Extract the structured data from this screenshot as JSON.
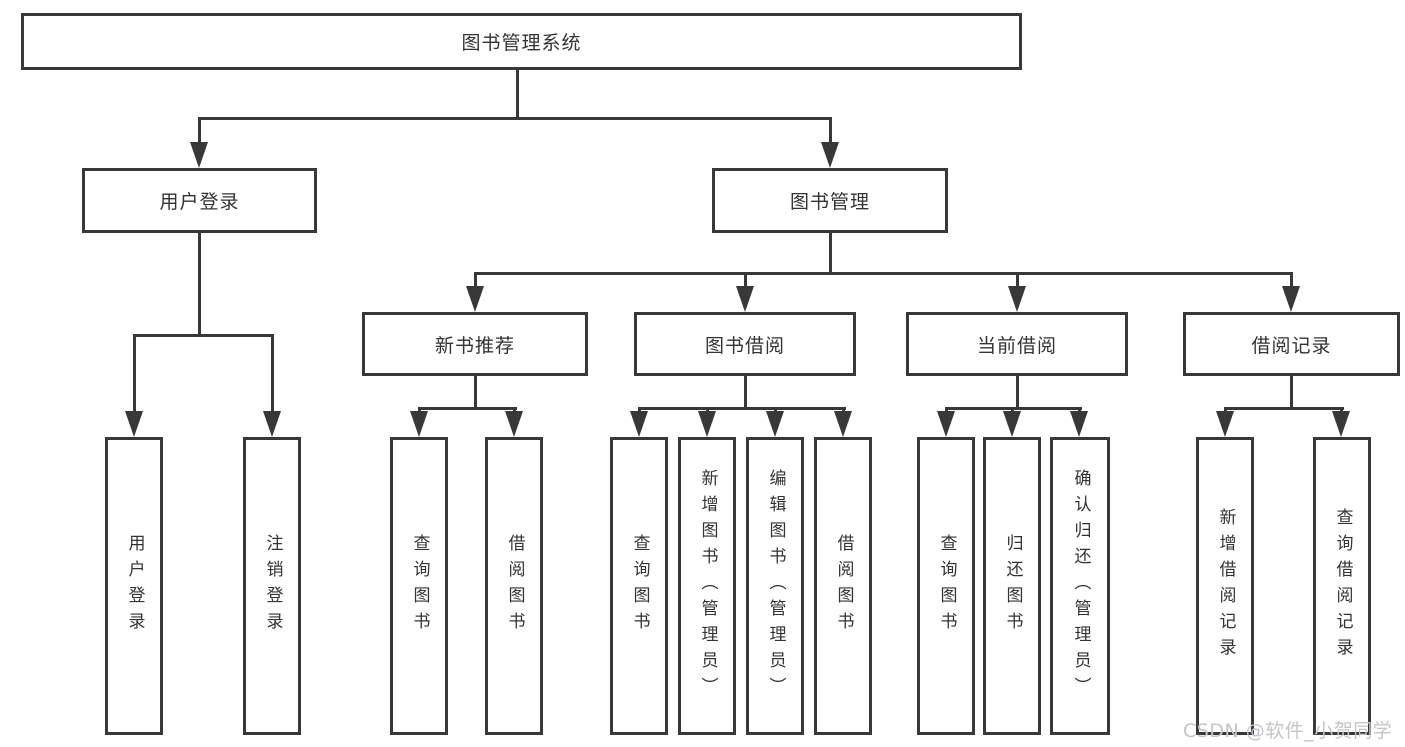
{
  "colors": {
    "line": "#383838",
    "text": "#333333",
    "background": "#ffffff",
    "watermark": "#c3c6c9"
  },
  "tree": {
    "root": {
      "label": "图书管理系统"
    },
    "branches": [
      {
        "label": "用户登录",
        "children": [
          {
            "label": "用户登录"
          },
          {
            "label": "注销登录"
          }
        ]
      },
      {
        "label": "图书管理",
        "children": [
          {
            "label": "新书推荐",
            "children": [
              {
                "label": "查询图书"
              },
              {
                "label": "借阅图书"
              }
            ]
          },
          {
            "label": "图书借阅",
            "children": [
              {
                "label": "查询图书"
              },
              {
                "label": "新增图书（管理员）"
              },
              {
                "label": "编辑图书（管理员）"
              },
              {
                "label": "借阅图书"
              }
            ]
          },
          {
            "label": "当前借阅",
            "children": [
              {
                "label": "查询图书"
              },
              {
                "label": "归还图书"
              },
              {
                "label": "确认归还（管理员）"
              }
            ]
          },
          {
            "label": "借阅记录",
            "children": [
              {
                "label": "新增借阅记录"
              },
              {
                "label": "查询借阅记录"
              }
            ]
          }
        ]
      }
    ]
  },
  "watermark": {
    "text": "CSDN @软件_小贺同学"
  }
}
